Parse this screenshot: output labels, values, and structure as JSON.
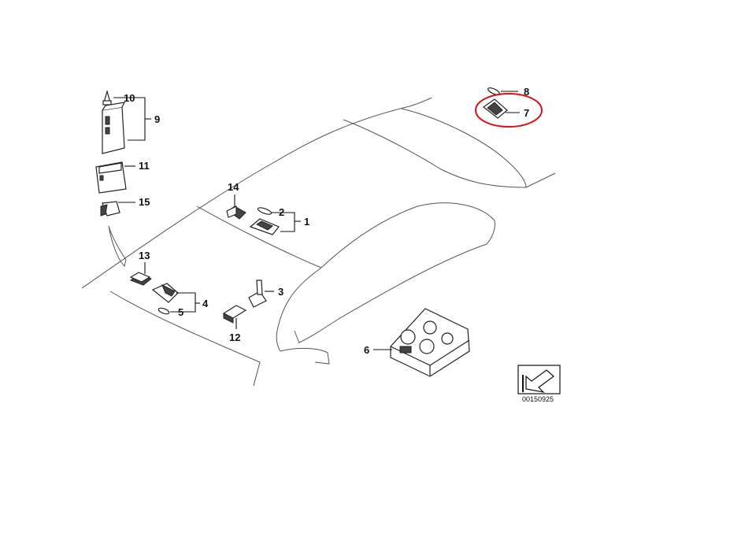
{
  "callouts": {
    "c1": "1",
    "c2": "2",
    "c3": "3",
    "c4": "4",
    "c5": "5",
    "c6": "6",
    "c7": "7",
    "c8": "8",
    "c9": "9",
    "c10": "10",
    "c11": "11",
    "c12": "12",
    "c13": "13",
    "c14": "14",
    "c15": "15"
  },
  "reference_number": "00150925",
  "highlight": {
    "part": "7",
    "color": "#d11111"
  },
  "icons": {
    "direction": "arrow-icon"
  }
}
